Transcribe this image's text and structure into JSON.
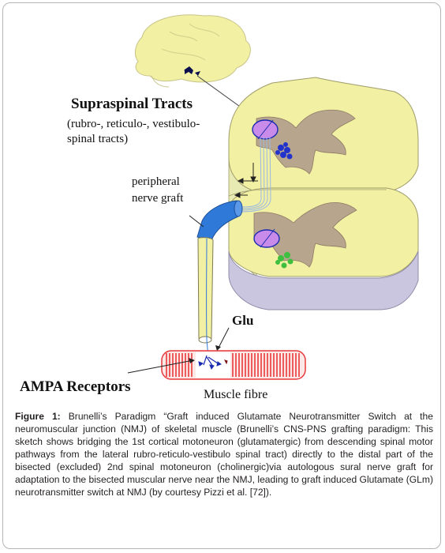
{
  "labels": {
    "supraspinal_title": "Supraspinal Tracts",
    "supraspinal_sub1": "(rubro-, reticulo-, vestibulo-",
    "supraspinal_sub2": "spinal tracts)",
    "graft1": "peripheral",
    "graft2": "nerve graft",
    "glu": "Glu",
    "ampa": "AMPA Receptors",
    "muscle": "Muscle fibre"
  },
  "caption": {
    "figure_label": "Figure 1:",
    "text": " Brunelli’s Paradigm “Graft induced Glutamate Neurotransmitter Switch at the neuromuscular junction (NMJ) of skeletal muscle (Brunelli’s CNS-PNS grafting paradigm: This sketch shows bridging the 1st cortical motoneuron (glutamatergic) from descending spinal motor pathways from the lateral rubro-reticulo-vestibulo spinal tract) directly to the distal part of the bisected (excluded) 2nd spinal motoneuron (cholinergic)via autologous sural nerve graft for adaptation to the bisected muscular nerve near the NMJ, leading to graft induced Glutamate (GLm) neurotransmitter switch at NMJ (by courtesy Pizzi et al. [72])."
  },
  "colors": {
    "brain": "#f2f0a3",
    "spinal_cord": "#f2f0a3",
    "spinal_back": "#d6d6a8",
    "spinal_bottom": "#cbc6df",
    "grey_matter": "#b8a58e",
    "tract_purple": "#c98bea",
    "graft_blue": "#2f79d8",
    "muscle_red": "#e8393a",
    "neuron_dark_blue": "#1b2bb0",
    "neuron_green": "#3fbf3f"
  }
}
